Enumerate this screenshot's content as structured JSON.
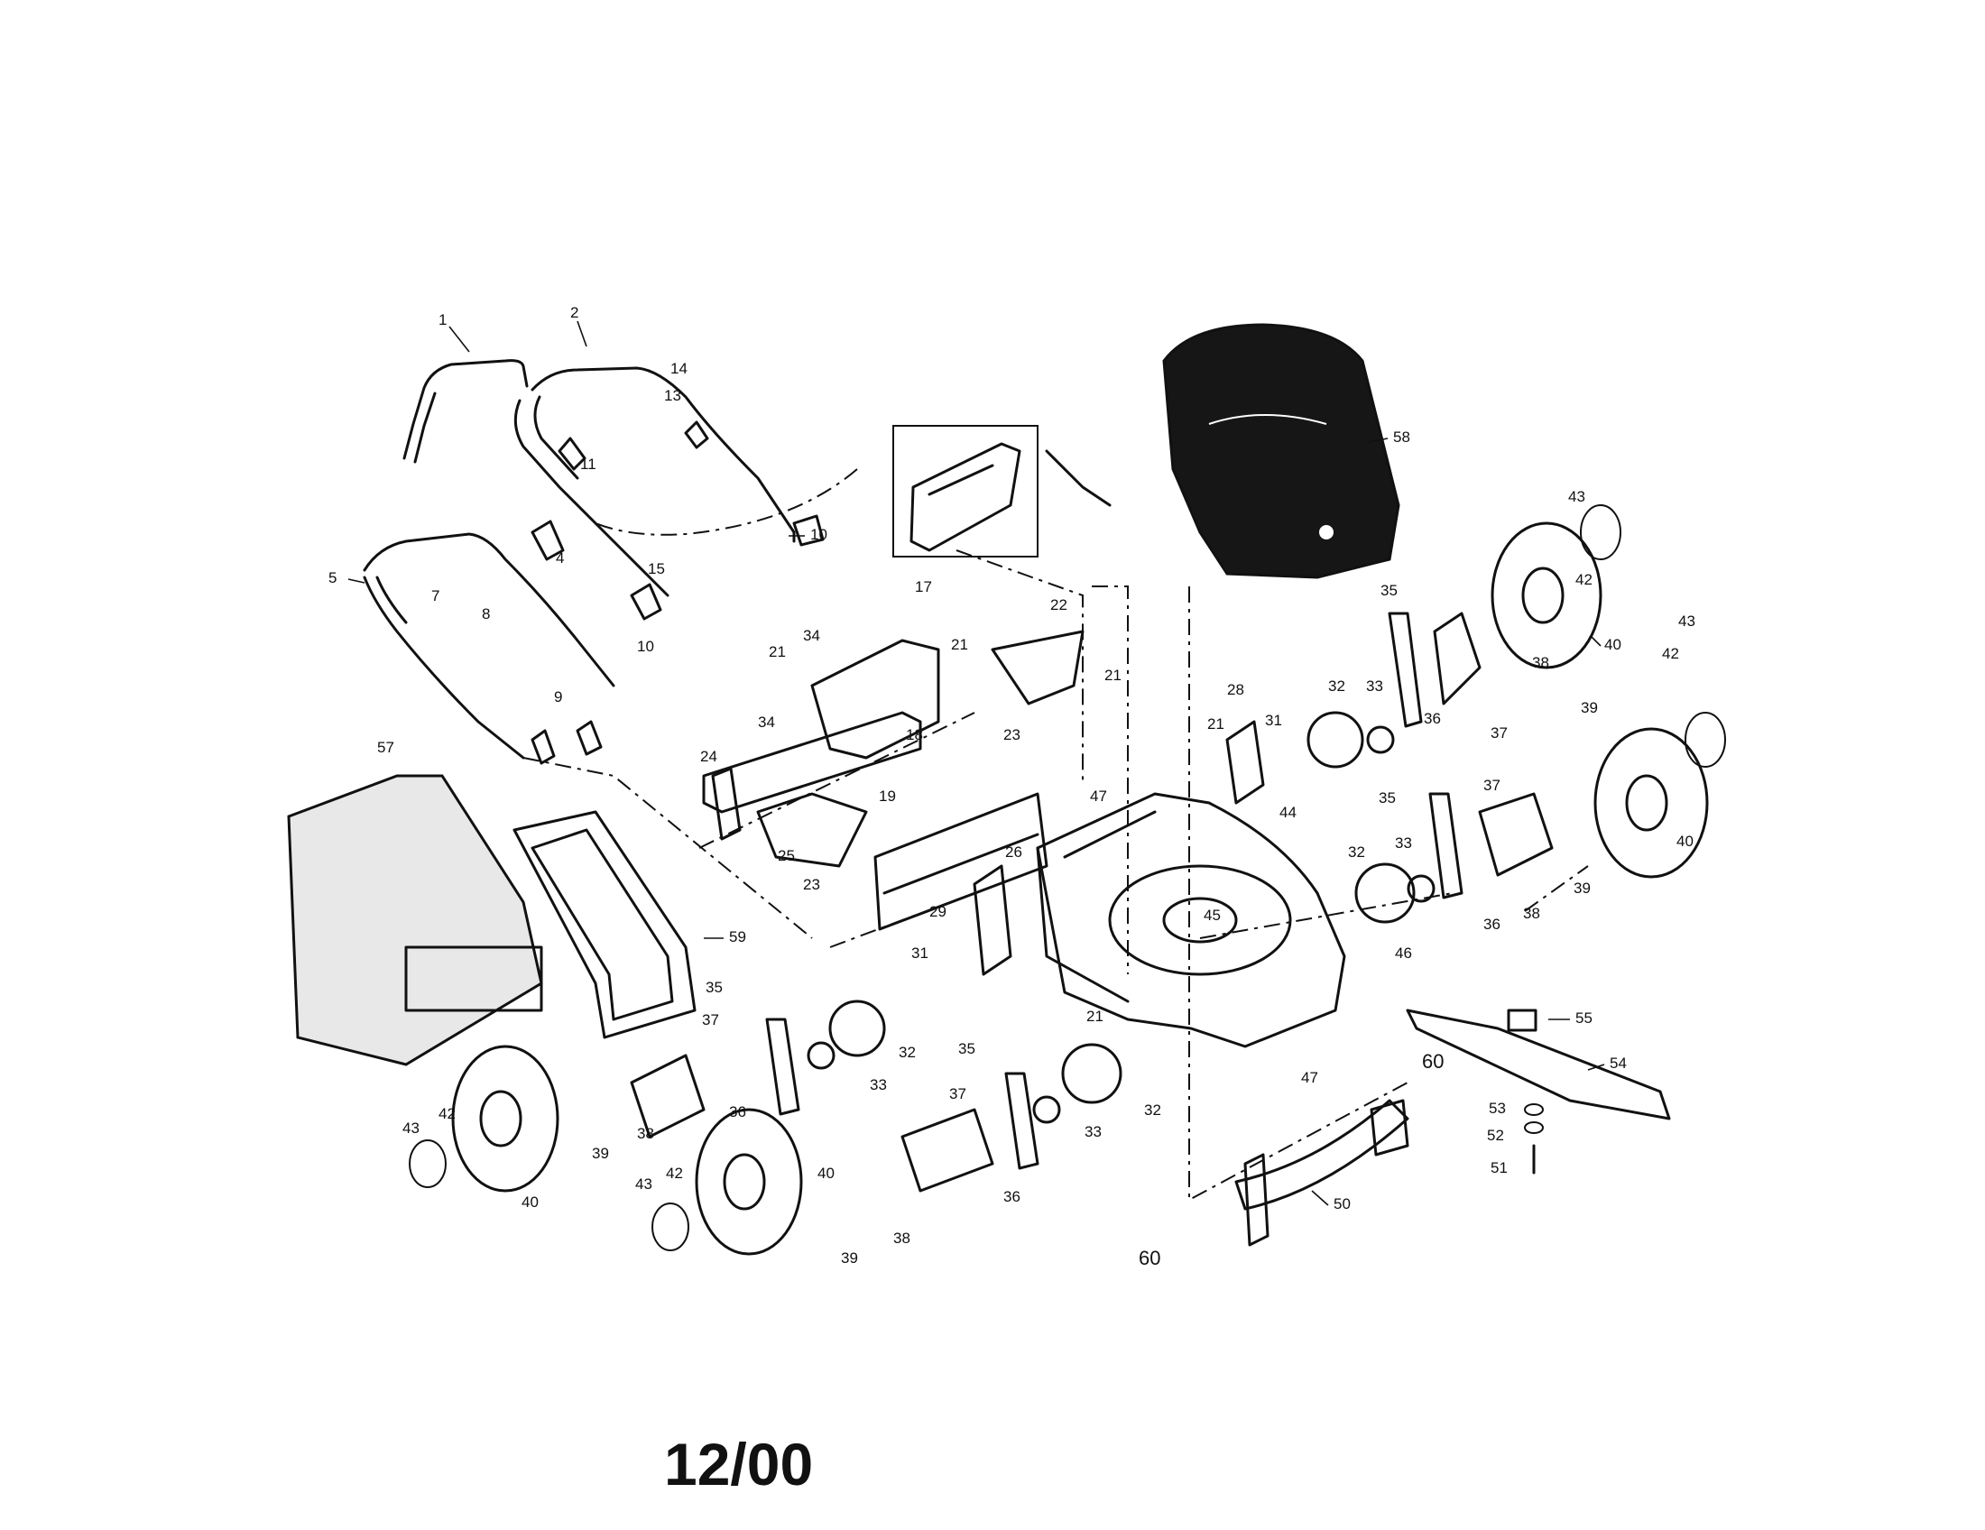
{
  "diagram_date": "12/00",
  "callouts": [
    {
      "id": "c-1",
      "text": "1"
    },
    {
      "id": "c-2",
      "text": "2"
    },
    {
      "id": "c-14",
      "text": "14"
    },
    {
      "id": "c-13",
      "text": "13"
    },
    {
      "id": "c-11",
      "text": "11"
    },
    {
      "id": "c-10a",
      "text": "10"
    },
    {
      "id": "c-15",
      "text": "15"
    },
    {
      "id": "c-4",
      "text": "4"
    },
    {
      "id": "c-5",
      "text": "5"
    },
    {
      "id": "c-7",
      "text": "7"
    },
    {
      "id": "c-8",
      "text": "8"
    },
    {
      "id": "c-10b",
      "text": "10"
    },
    {
      "id": "c-9",
      "text": "9"
    },
    {
      "id": "c-17",
      "text": "17"
    },
    {
      "id": "c-58",
      "text": "58"
    },
    {
      "id": "c-43a",
      "text": "43"
    },
    {
      "id": "c-42a",
      "text": "42"
    },
    {
      "id": "c-40a",
      "text": "40"
    },
    {
      "id": "c-35a",
      "text": "35"
    },
    {
      "id": "c-43b",
      "text": "43"
    },
    {
      "id": "c-42b",
      "text": "42"
    },
    {
      "id": "c-38a",
      "text": "38"
    },
    {
      "id": "c-39a",
      "text": "39"
    },
    {
      "id": "c-37a",
      "text": "37"
    },
    {
      "id": "c-36a",
      "text": "36"
    },
    {
      "id": "c-34a",
      "text": "34"
    },
    {
      "id": "c-21a",
      "text": "21"
    },
    {
      "id": "c-34b",
      "text": "34"
    },
    {
      "id": "c-18",
      "text": "18"
    },
    {
      "id": "c-21b",
      "text": "21"
    },
    {
      "id": "c-22",
      "text": "22"
    },
    {
      "id": "c-21c",
      "text": "21"
    },
    {
      "id": "c-28",
      "text": "28"
    },
    {
      "id": "c-31a",
      "text": "31"
    },
    {
      "id": "c-21d",
      "text": "21"
    },
    {
      "id": "c-32a",
      "text": "32"
    },
    {
      "id": "c-33a",
      "text": "33"
    },
    {
      "id": "c-40b",
      "text": "40"
    },
    {
      "id": "c-24",
      "text": "24"
    },
    {
      "id": "c-23a",
      "text": "23"
    },
    {
      "id": "c-19",
      "text": "19"
    },
    {
      "id": "c-25",
      "text": "25"
    },
    {
      "id": "c-26",
      "text": "26"
    },
    {
      "id": "c-47a",
      "text": "47"
    },
    {
      "id": "c-44",
      "text": "44"
    },
    {
      "id": "c-35b",
      "text": "35"
    },
    {
      "id": "c-37b",
      "text": "37"
    },
    {
      "id": "c-23b",
      "text": "23"
    },
    {
      "id": "c-29",
      "text": "29"
    },
    {
      "id": "c-45",
      "text": "45"
    },
    {
      "id": "c-32b",
      "text": "32"
    },
    {
      "id": "c-33b",
      "text": "33"
    },
    {
      "id": "c-46",
      "text": "46"
    },
    {
      "id": "c-36b",
      "text": "36"
    },
    {
      "id": "c-38b",
      "text": "38"
    },
    {
      "id": "c-39b",
      "text": "39"
    },
    {
      "id": "c-57",
      "text": "57"
    },
    {
      "id": "c-59",
      "text": "59"
    },
    {
      "id": "c-31b",
      "text": "31"
    },
    {
      "id": "c-35c",
      "text": "35"
    },
    {
      "id": "c-37c",
      "text": "37"
    },
    {
      "id": "c-32c",
      "text": "32"
    },
    {
      "id": "c-33c",
      "text": "33"
    },
    {
      "id": "c-21e",
      "text": "21"
    },
    {
      "id": "c-35d",
      "text": "35"
    },
    {
      "id": "c-32d",
      "text": "32"
    },
    {
      "id": "c-33d",
      "text": "33"
    },
    {
      "id": "c-47b",
      "text": "47"
    },
    {
      "id": "c-55",
      "text": "55"
    },
    {
      "id": "c-54",
      "text": "54"
    },
    {
      "id": "c-60a",
      "text": "60"
    },
    {
      "id": "c-53",
      "text": "53"
    },
    {
      "id": "c-52",
      "text": "52"
    },
    {
      "id": "c-51",
      "text": "51"
    },
    {
      "id": "c-36c",
      "text": "36"
    },
    {
      "id": "c-38c",
      "text": "38"
    },
    {
      "id": "c-43c",
      "text": "43"
    },
    {
      "id": "c-42c",
      "text": "42"
    },
    {
      "id": "c-39c",
      "text": "39"
    },
    {
      "id": "c-40c",
      "text": "40"
    },
    {
      "id": "c-40d",
      "text": "40"
    },
    {
      "id": "c-37d",
      "text": "37"
    },
    {
      "id": "c-36d",
      "text": "36"
    },
    {
      "id": "c-43d",
      "text": "43"
    },
    {
      "id": "c-42d",
      "text": "42"
    },
    {
      "id": "c-39d",
      "text": "39"
    },
    {
      "id": "c-38d",
      "text": "38"
    },
    {
      "id": "c-50",
      "text": "50"
    },
    {
      "id": "c-60b",
      "text": "60"
    }
  ]
}
